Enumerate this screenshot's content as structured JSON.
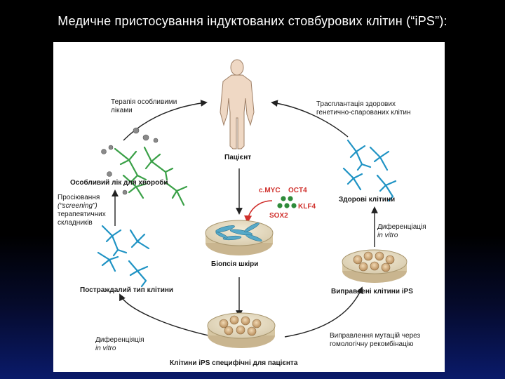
{
  "slide": {
    "title": "Медичне пристосування індуктованих стовбурових клітин (“iPS”):"
  },
  "figure": {
    "patient": "Пацієнт",
    "skin_biopsy": "Біопсія шкіри",
    "ips_patient": "Клітини iPS специфічні для пацієнта",
    "corrected_ips": "Виправлені клітини iPS",
    "healthy_cells": "Здорові клітини",
    "disease_drug": "Особливий лік для хвороби",
    "affected_type": "Постраждалий тип клітини",
    "therapy_line1": "Терапія особливими",
    "therapy_line2": "ліками",
    "transplant_line1": "Трасплантація здорових",
    "transplant_line2": "генетично-спарованих клітин",
    "screening_line1": "Просіювання",
    "screening_line2": "(“screening”)",
    "screening_line3": "терапевтичних",
    "screening_line4": "складників",
    "diff_top_line1": "Диференціація",
    "diff_top_line2": "in vitro",
    "diff_bottom_line1": "Диференціяція",
    "diff_bottom_line2": "in vitro",
    "correction_line1": "Виправлення мутацій через",
    "correction_line2": "гомологічну рекомбінацію",
    "factors": {
      "cmyc": "c.MYC",
      "oct4": "OCT4",
      "klf4": "KLF4",
      "sox2": "SOX2"
    }
  },
  "colors": {
    "neuron_blue": "#1f93c4",
    "neuron_green": "#3aa047",
    "arrow": "#222222",
    "factor_red": "#d0312d",
    "factor_dot": "#2e8b3a",
    "cell_tan": "#c8a37a"
  }
}
